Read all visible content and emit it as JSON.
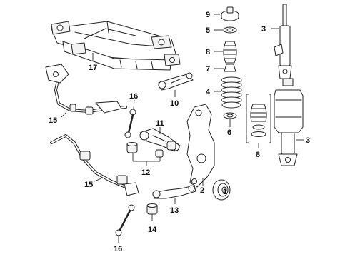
{
  "callouts": {
    "c1": "1",
    "c2": "2",
    "c3a": "3",
    "c3b": "3",
    "c4": "4",
    "c5": "5",
    "c6": "6",
    "c7": "7",
    "c8a": "8",
    "c8b": "8",
    "c9": "9",
    "c10": "10",
    "c11": "11",
    "c12": "12",
    "c13": "13",
    "c14": "14",
    "c15a": "15",
    "c15b": "15",
    "c16a": "16",
    "c16b": "16",
    "c17": "17"
  }
}
